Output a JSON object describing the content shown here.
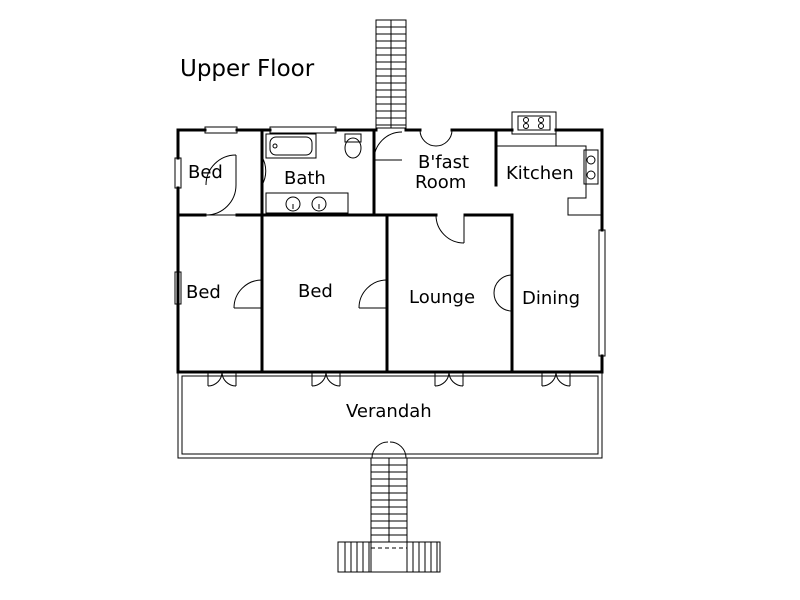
{
  "title": "Upper Floor",
  "rooms": {
    "bed_1": "Bed",
    "bath": "Bath",
    "bfast_line1": "B'fast",
    "bfast_line2": "Room",
    "kitchen": "Kitchen",
    "bed_2": "Bed",
    "bed_3": "Bed",
    "lounge": "Lounge",
    "dining": "Dining",
    "verandah": "Verandah"
  }
}
